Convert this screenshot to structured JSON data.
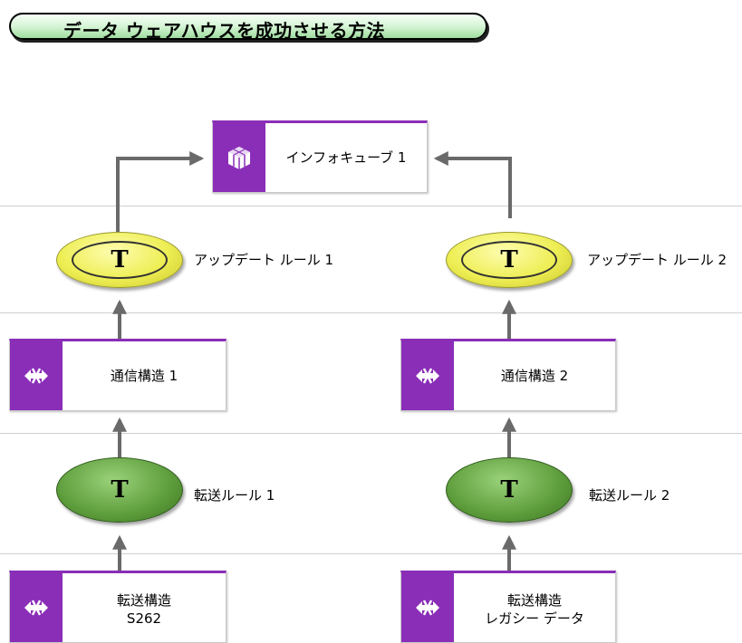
{
  "title": "データ ウェアハウスを成功させる方法",
  "infocube": {
    "label": "インフォキューブ 1",
    "icon": "cube-icon"
  },
  "update_rules": [
    {
      "letter": "T",
      "label": "アップデート ルール 1"
    },
    {
      "letter": "T",
      "label": "アップデート ルール 2"
    }
  ],
  "comm_structures": [
    {
      "label": "通信構造 1",
      "icon": "transfer-icon"
    },
    {
      "label": "通信構造 2",
      "icon": "transfer-icon"
    }
  ],
  "transfer_rules": [
    {
      "letter": "T",
      "label": "転送ルール 1"
    },
    {
      "letter": "T",
      "label": "転送ルール 2"
    }
  ],
  "transfer_structures": [
    {
      "line1": "転送構造",
      "line2": "S262",
      "icon": "transfer-icon"
    },
    {
      "line1": "転送構造",
      "line2": "レガシー データ",
      "icon": "transfer-icon"
    }
  ],
  "colors": {
    "object_purple": "#8a2eb8",
    "update_rule_yellow": "#eeee55",
    "transfer_rule_green": "#5d9c3b",
    "connector_gray": "#6a6a6a",
    "title_green": "#b8ecb8"
  }
}
